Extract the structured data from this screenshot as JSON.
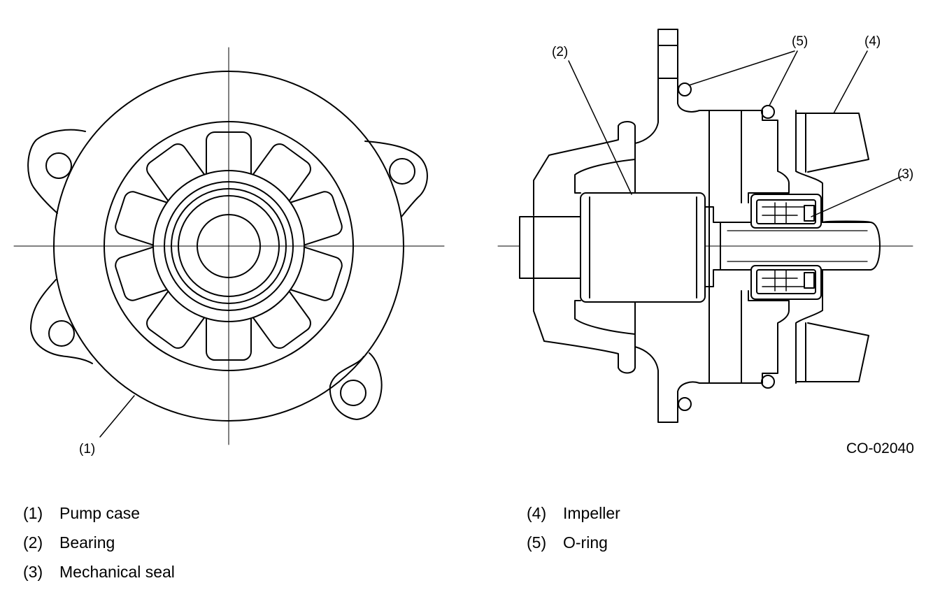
{
  "figure": {
    "code": "CO-02040",
    "callouts": {
      "c1": "(1)",
      "c2": "(2)",
      "c3": "(3)",
      "c4": "(4)",
      "c5": "(5)"
    }
  },
  "legend": [
    {
      "num": "(1)",
      "text": "Pump case"
    },
    {
      "num": "(2)",
      "text": "Bearing"
    },
    {
      "num": "(3)",
      "text": "Mechanical seal"
    },
    {
      "num": "(4)",
      "text": "Impeller"
    },
    {
      "num": "(5)",
      "text": "O-ring"
    }
  ]
}
